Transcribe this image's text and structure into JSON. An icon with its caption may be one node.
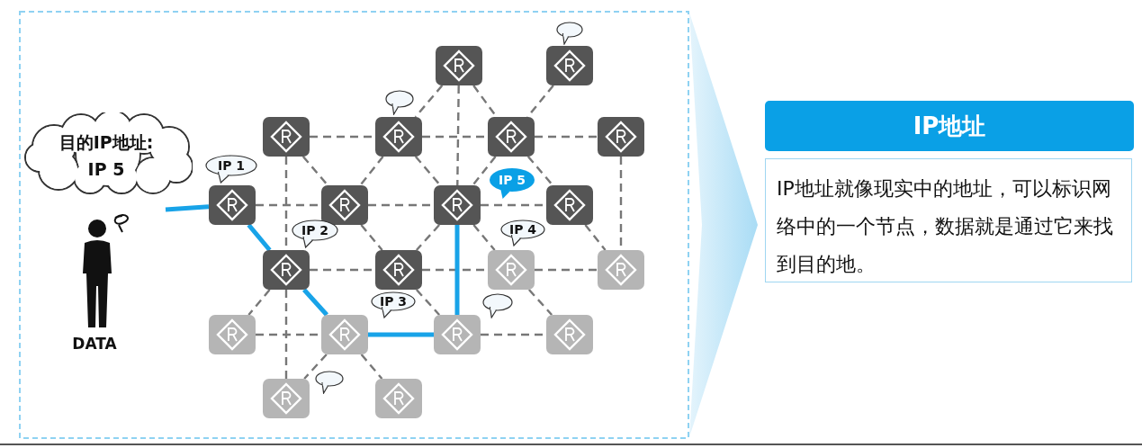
{
  "diagram": {
    "nodes": [
      {
        "text": [
          "目的IP地址: IP 5"
        ]
      },
      {
        "text": [],
        "shape": "person",
        "beside": [
          "DATA"
        ]
      },
      {
        "text": [],
        "shape": "box"
      },
      {
        "text": [],
        "shape": "box"
      },
      {
        "text": [],
        "shape": "box"
      },
      {
        "text": [],
        "shape": "box"
      },
      {
        "text": [],
        "shape": "box"
      },
      {
        "text": [],
        "shape": "box"
      },
      {
        "text": [],
        "shape": "box"
      },
      {
        "text": [],
        "shape": "box"
      },
      {
        "text": [],
        "shape": "box"
      },
      {
        "text": [],
        "shape": "box"
      },
      {
        "text": [],
        "shape": "box"
      },
      {
        "text": [],
        "shape": "box"
      },
      {
        "text": [],
        "shape": "box"
      },
      {
        "text": [],
        "shape": "box"
      },
      {
        "text": [],
        "shape": "box"
      },
      {
        "text": [],
        "shape": "box"
      },
      {
        "text": [],
        "shape": "box"
      },
      {
        "text": [],
        "shape": "box"
      },
      {
        "text": [],
        "shape": "box"
      },
      {
        "text": [],
        "shape": "box"
      },
      {
        "text": [
          "IP 1"
        ]
      },
      {
        "text": [
          "IP 5"
        ]
      },
      {
        "text": [
          "IP 2"
        ]
      },
      {
        "text": [
          "IP 4"
        ]
      },
      {
        "text": [
          "IP 3"
        ]
      },
      {
        "text": [],
        "shape": "bubble"
      },
      {
        "text": [],
        "shape": "bubble"
      },
      {
        "text": [],
        "shape": "bubble"
      },
      {
        "text": [],
        "shape": "bubble"
      },
      {
        "text": [
          "IP地址",
          "IP地址就像现实中的地址，可以标识网络中的一个节点，数据就是通过它来找到目的地。"
        ]
      }
    ],
    "edges": [
      {
        "from": 2,
        "to": 5,
        "arrow": "none",
        "style": "dashed"
      },
      {
        "from": 2,
        "to": 6,
        "arrow": "none",
        "style": "dashed"
      },
      {
        "from": 2,
        "to": 10,
        "arrow": "none",
        "style": "dashed"
      },
      {
        "from": 3,
        "to": 6,
        "arrow": "none",
        "style": "dashed"
      },
      {
        "from": 4,
        "to": 5,
        "arrow": "none",
        "style": "dashed"
      },
      {
        "from": 5,
        "to": 6,
        "arrow": "none",
        "style": "dashed"
      },
      {
        "from": 6,
        "to": 7,
        "arrow": "none",
        "style": "dashed"
      },
      {
        "from": 4,
        "to": 9,
        "arrow": "none",
        "style": "dashed"
      },
      {
        "from": 4,
        "to": 12,
        "arrow": "none",
        "style": "dashed"
      },
      {
        "from": 5,
        "to": 9,
        "arrow": "none",
        "style": "dashed"
      },
      {
        "from": 5,
        "to": 10,
        "arrow": "none",
        "style": "dashed"
      },
      {
        "from": 6,
        "to": 10,
        "arrow": "none",
        "style": "dashed"
      },
      {
        "from": 6,
        "to": 11,
        "arrow": "none",
        "style": "dashed"
      },
      {
        "from": 7,
        "to": 15,
        "arrow": "none",
        "style": "dashed"
      },
      {
        "from": 8,
        "to": 9,
        "arrow": "none",
        "style": "dashed"
      },
      {
        "from": 9,
        "to": 10,
        "arrow": "none",
        "style": "dashed"
      },
      {
        "from": 10,
        "to": 11,
        "arrow": "none",
        "style": "dashed"
      },
      {
        "from": 9,
        "to": 13,
        "arrow": "none",
        "style": "dashed"
      },
      {
        "from": 10,
        "to": 13,
        "arrow": "none",
        "style": "dashed"
      },
      {
        "from": 10,
        "to": 14,
        "arrow": "none",
        "style": "dashed"
      },
      {
        "from": 11,
        "to": 15,
        "arrow": "none",
        "style": "dashed"
      },
      {
        "from": 12,
        "to": 13,
        "arrow": "none",
        "style": "dashed"
      },
      {
        "from": 13,
        "to": 14,
        "arrow": "none",
        "style": "dashed"
      },
      {
        "from": 14,
        "to": 15,
        "arrow": "none",
        "style": "dashed"
      },
      {
        "from": 12,
        "to": 16,
        "arrow": "none",
        "style": "dashed"
      },
      {
        "from": 13,
        "to": 18,
        "arrow": "none",
        "style": "dashed"
      },
      {
        "from": 14,
        "to": 19,
        "arrow": "none",
        "style": "dashed"
      },
      {
        "from": 16,
        "to": 17,
        "arrow": "none",
        "style": "dashed"
      },
      {
        "from": 18,
        "to": 19,
        "arrow": "none",
        "style": "dashed"
      },
      {
        "from": 17,
        "to": 20,
        "arrow": "none",
        "style": "dashed"
      },
      {
        "from": 17,
        "to": 21,
        "arrow": "none",
        "style": "dashed"
      },
      {
        "from": 12,
        "to": 20,
        "arrow": "none",
        "style": "dashed"
      },
      {
        "from": null,
        "to": 8,
        "arrow": "none",
        "style": "thick",
        "color": "#18a3e8"
      },
      {
        "from": 8,
        "to": 12,
        "arrow": "none",
        "style": "thick",
        "color": "#18a3e8"
      },
      {
        "from": 12,
        "to": 17,
        "arrow": "none",
        "style": "thick",
        "color": "#18a3e8"
      },
      {
        "from": 17,
        "to": 18,
        "arrow": "none",
        "style": "thick",
        "color": "#18a3e8"
      },
      {
        "from": 18,
        "to": 10,
        "arrow": "none",
        "style": "thick",
        "color": "#18a3e8"
      }
    ]
  }
}
